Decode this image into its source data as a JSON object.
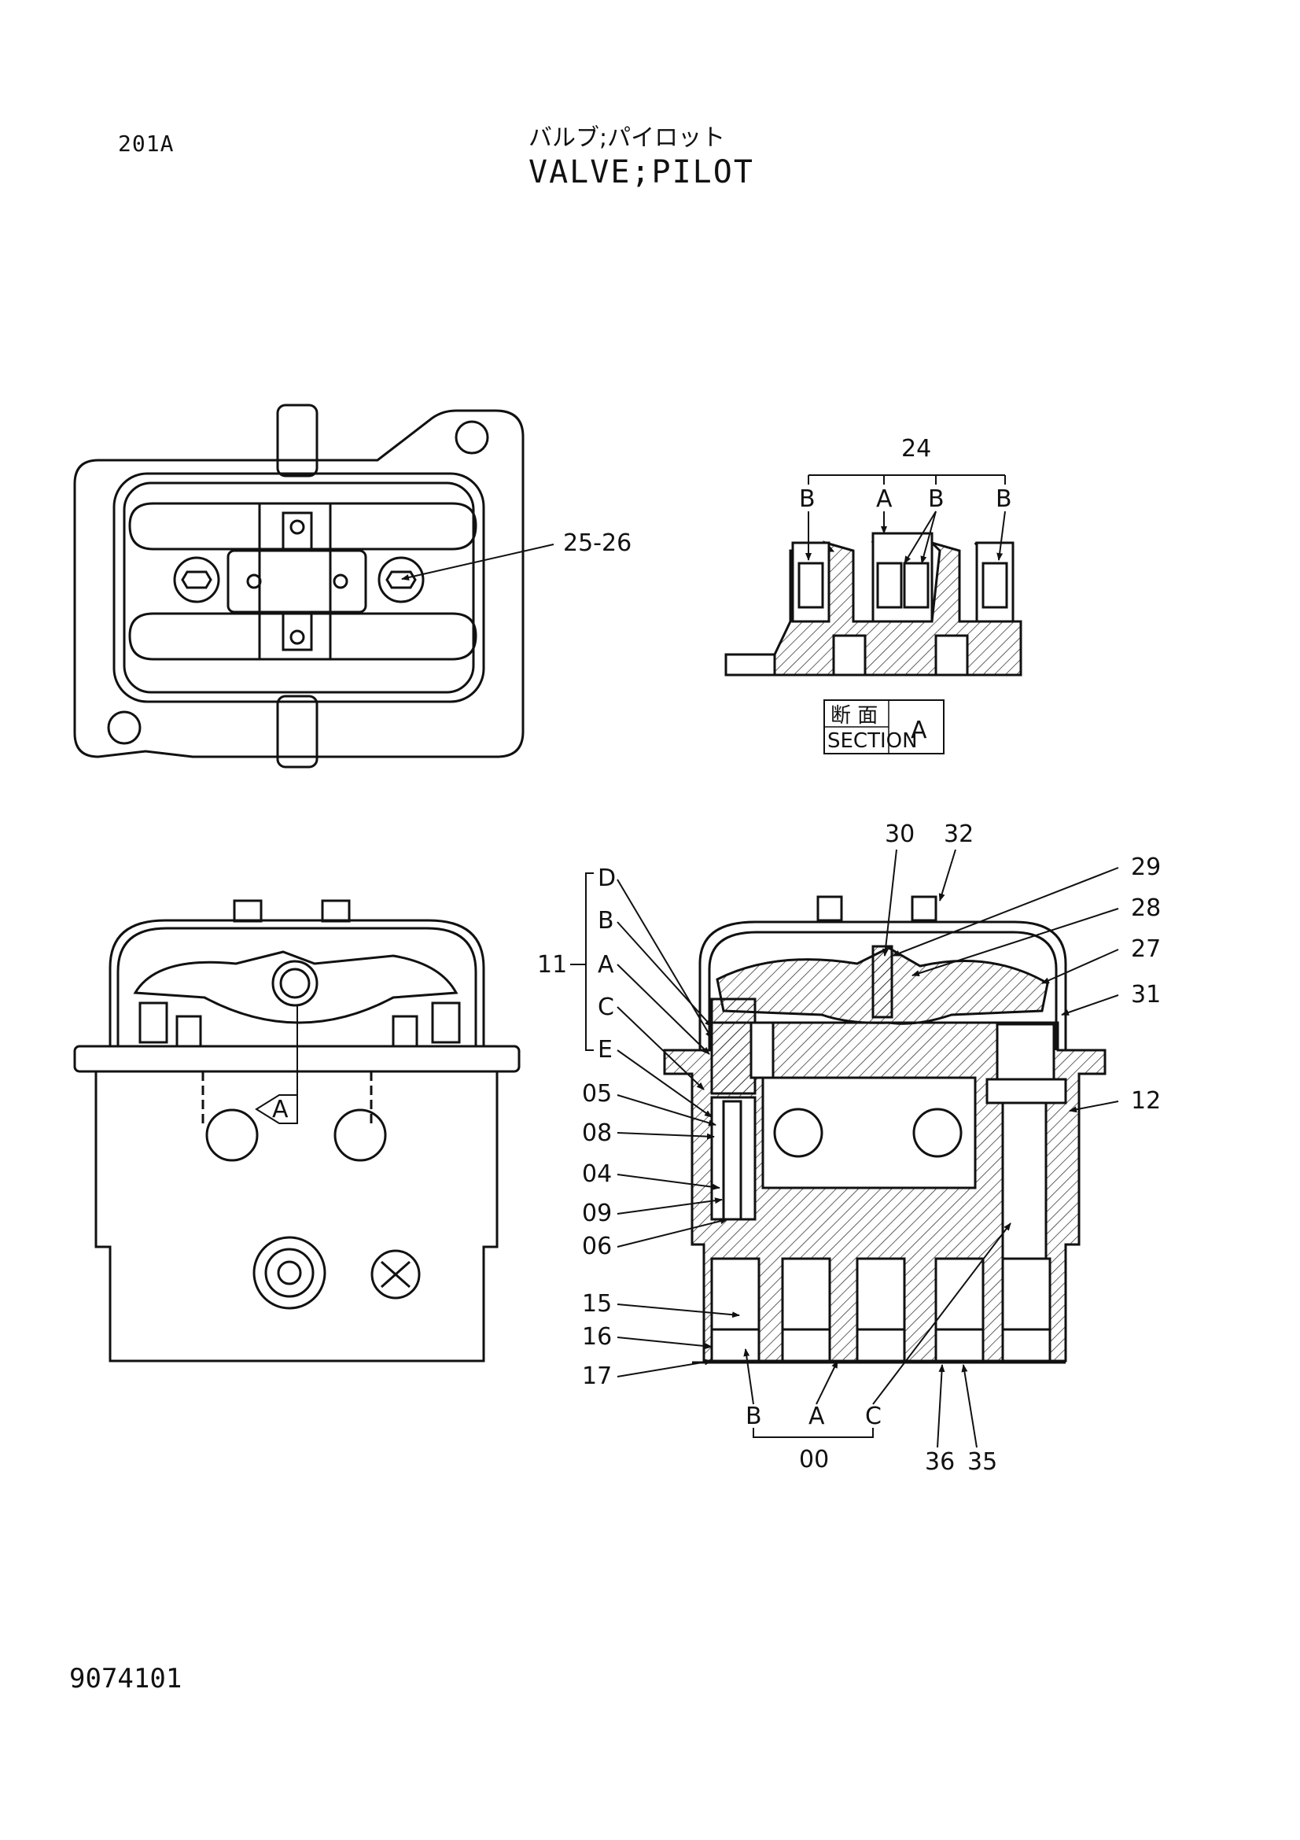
{
  "header": {
    "page_code": "201A",
    "title_jp": "バルブ;パイロット",
    "title_en": "VALVE;PILOT"
  },
  "footer": {
    "doc_number": "9074101"
  },
  "top_view": {
    "labels": {
      "p25_26": "25-26"
    }
  },
  "section_a": {
    "labels": {
      "p24": "24",
      "b1": "B",
      "a": "A",
      "b2": "B",
      "b3": "B"
    },
    "caption": {
      "jp": "断  面",
      "en": "SECTION",
      "letter": "A"
    }
  },
  "side_view": {
    "labels": {
      "arrow_a": "A"
    }
  },
  "cross_section": {
    "labels": {
      "p30": "30",
      "p32": "32",
      "p29": "29",
      "p28": "28",
      "p27": "27",
      "p31": "31",
      "p12": "12",
      "d": "D",
      "b_left": "B",
      "p11": "11",
      "a_left": "A",
      "c_left": "C",
      "e": "E",
      "p05": "05",
      "p08": "08",
      "p04": "04",
      "p09": "09",
      "p06": "06",
      "p15": "15",
      "p16": "16",
      "p17": "17",
      "b_bottom": "B",
      "a_bottom": "A",
      "c_bottom": "C",
      "p00": "00",
      "p36": "36",
      "p35": "35"
    }
  }
}
